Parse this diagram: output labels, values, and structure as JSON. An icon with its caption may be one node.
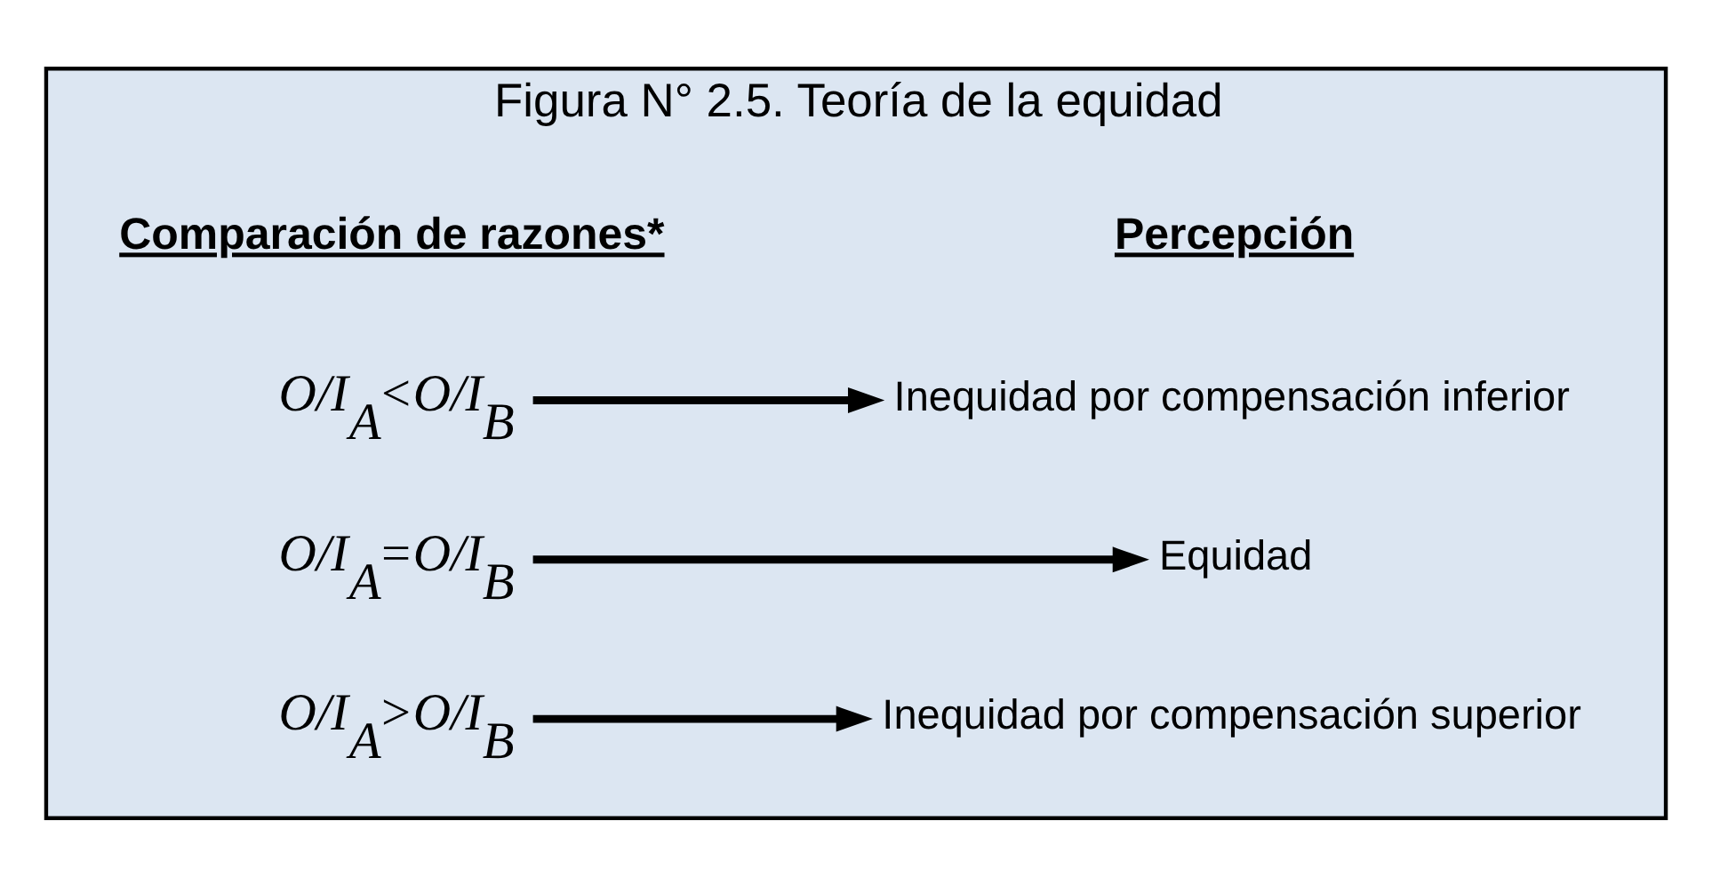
{
  "diagram": {
    "nodes": [
      {
        "text": [
          "Figura N° 2.5. Teoría de la equidad"
        ]
      },
      {
        "text": [
          "O/I$_{A}$<O/I$_{B}$"
        ],
        "in": 0
      },
      {
        "text": [
          "Inequidad por compensación inferior"
        ],
        "in": 0
      },
      {
        "text": [
          "O/I$_{A}$=O/I$_{B}$"
        ],
        "in": 0
      },
      {
        "text": [
          "Equidad"
        ],
        "in": 0
      },
      {
        "text": [
          "O/I$_{A}$>O/I$_{B}$"
        ],
        "in": 0
      },
      {
        "text": [
          "Inequidad por compensación superior"
        ],
        "in": 0
      }
    ],
    "edges": [
      {
        "from": 1,
        "to": 2,
        "arrow": "to"
      },
      {
        "from": 3,
        "to": 4,
        "arrow": "to"
      },
      {
        "from": 5,
        "to": 6,
        "arrow": "to"
      }
    ],
    "labels": [
      "Comparación de razones*",
      "Percepción"
    ]
  }
}
